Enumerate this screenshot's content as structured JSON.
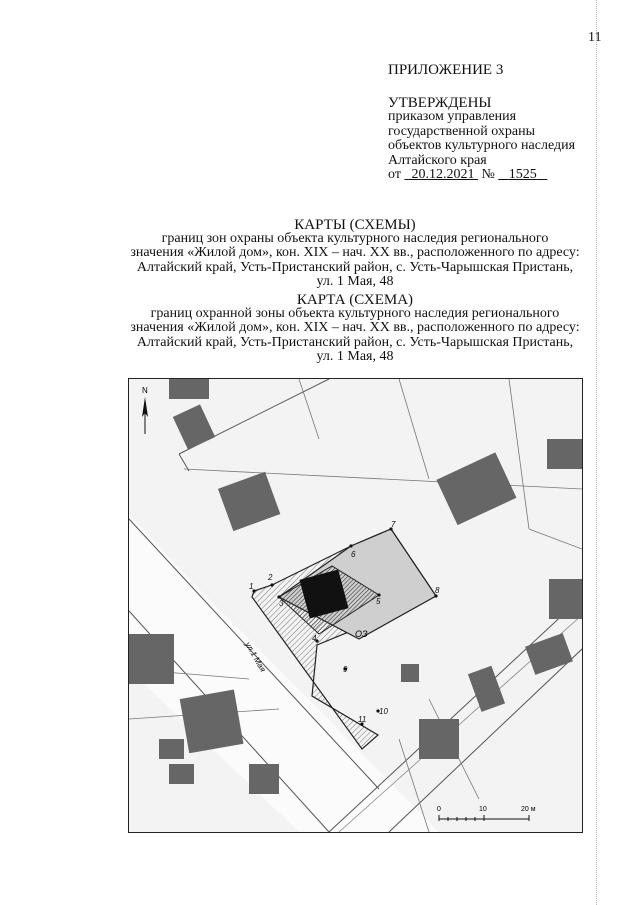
{
  "page_number": "11",
  "header": {
    "appendix": "ПРИЛОЖЕНИЕ 3",
    "approved": "УТВЕРЖДЕНЫ",
    "line1": "приказом управления",
    "line2": "государственной охраны",
    "line3": "объектов культурного наследия",
    "line4": "Алтайского края",
    "date_prefix": "от ",
    "date": "20.12.2021",
    "number_sign": " № ",
    "number": "1525"
  },
  "title1": {
    "heading": "КАРТЫ (СХЕМЫ)",
    "line1": "границ зон охраны объекта культурного наследия регионального",
    "line2": "значения «Жилой дом», кон. XIX – нач. XX вв., расположенного по адресу:",
    "line3": "Алтайский край, Усть-Пристанский район, с. Усть-Чарышская Пристань,",
    "line4": "ул. 1 Мая, 48"
  },
  "title2": {
    "heading": "КАРТА (СХЕМА)",
    "line1": "границ охранной зоны объекта культурного наследия регионального",
    "line2": "значения «Жилой дом», кон. XIX – нач. XX вв., расположенного по адресу:",
    "line3": "Алтайский край, Усть-Пристанский район, с. Усть-Чарышская Пристань,",
    "line4": "ул. 1 Мая, 48"
  },
  "map": {
    "north_label": "N",
    "street_label": "ул.1 Мая",
    "zone_label": "ОЗ",
    "points": [
      "1",
      "2",
      "3",
      "4",
      "5",
      "6",
      "7",
      "8",
      "9",
      "10",
      "11"
    ],
    "scale": {
      "t0": "0",
      "t1": "10",
      "t2": "20 м"
    }
  }
}
